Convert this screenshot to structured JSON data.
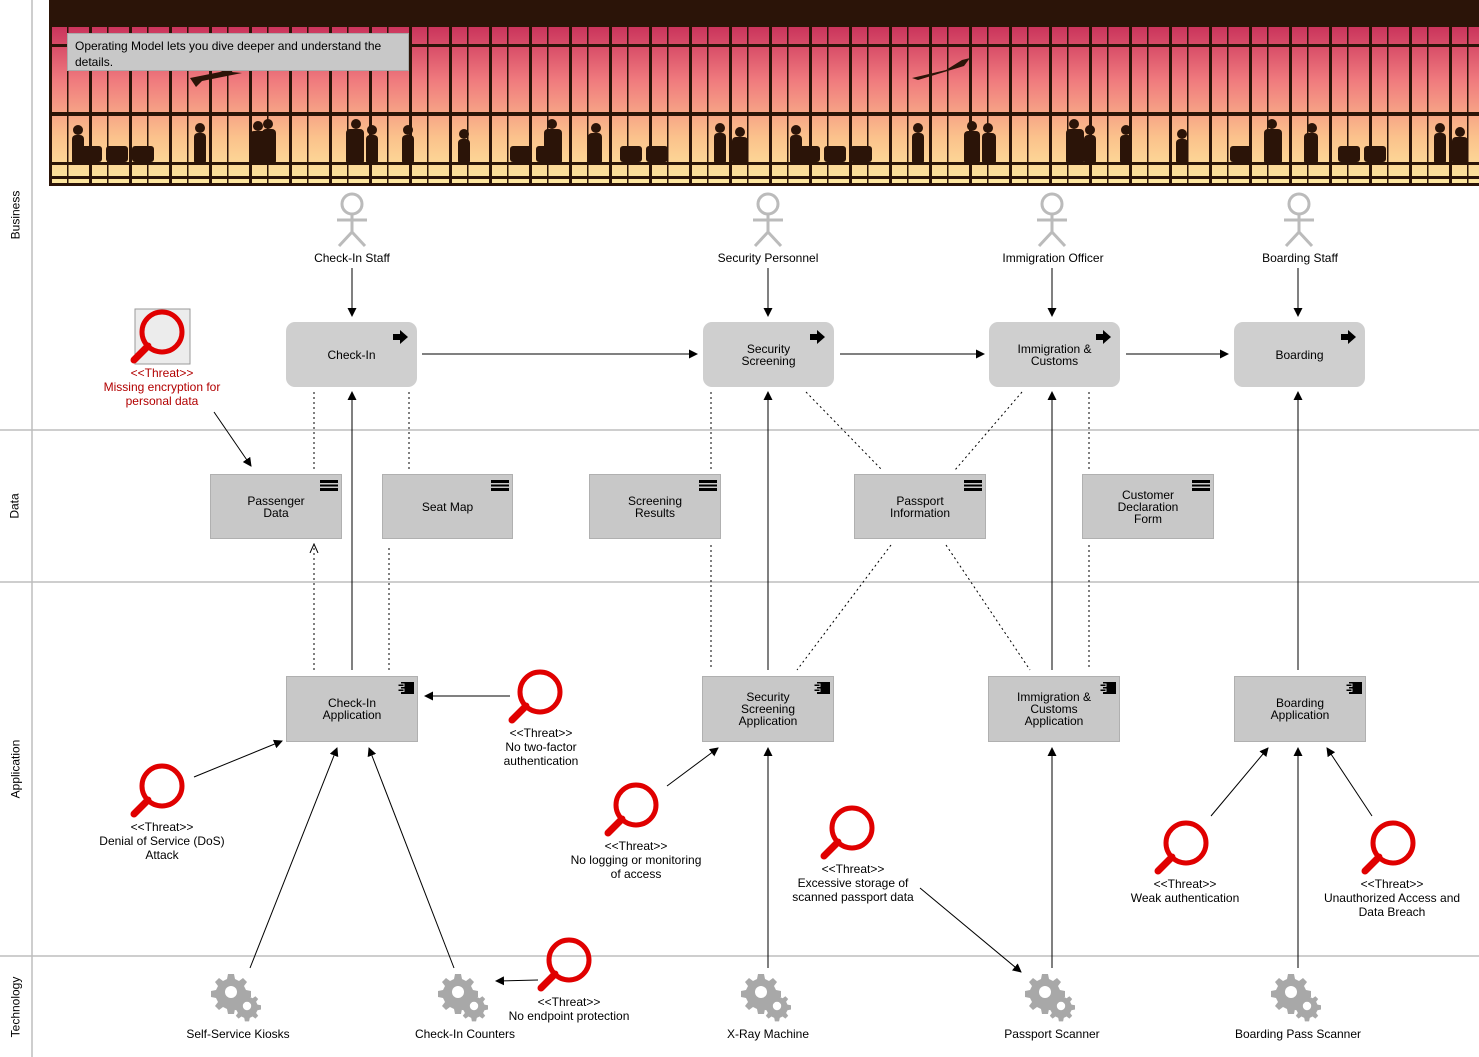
{
  "lanes": {
    "business": "Business",
    "data": "Data",
    "application": "Application",
    "technology": "Technology"
  },
  "banner": {
    "note": "Operating Model lets you dive deeper and understand the details."
  },
  "actors": {
    "checkin_staff": "Check-In Staff",
    "security_personnel": "Security Personnel",
    "immigration_officer": "Immigration Officer",
    "boarding_staff": "Boarding Staff"
  },
  "processes": {
    "checkin": "Check-In",
    "security": "Security Screening",
    "immigration": "Immigration & Customs",
    "boarding": "Boarding"
  },
  "data_objects": {
    "passenger": "Passenger Data",
    "seatmap": "Seat Map",
    "screening": "Screening Results",
    "passport": "Passport Information",
    "declaration": "Customer Declaration Form"
  },
  "applications": {
    "checkin": "Check-In Application",
    "security": "Security Screening Application",
    "immigration": "Immigration & Customs Application",
    "boarding": "Boarding Application"
  },
  "technology": {
    "kiosks": "Self-Service Kiosks",
    "counters": "Check-In Counters",
    "xray": "X-Ray Machine",
    "passport_scanner": "Passport Scanner",
    "pass_scanner": "Boarding Pass Scanner"
  },
  "threats": {
    "stereotype": "<<Threat>>",
    "encryption": "Missing encryption for personal data",
    "two_factor": "No two-factor authentication",
    "dos": "Denial of Service (DoS) Attack",
    "logging": "No logging or monitoring of access",
    "storage": "Excessive storage of scanned passport data",
    "weak_auth": "Weak authentication",
    "unauthorized": "Unauthorized Access and Data Breach",
    "endpoint": "No endpoint protection"
  },
  "colors": {
    "threat_red": "#e00000",
    "threat_text": "#b20000",
    "box_gray": "#c8c8c8",
    "lane_line": "#bdbdbd",
    "actor_gray": "#bbbbbb"
  }
}
